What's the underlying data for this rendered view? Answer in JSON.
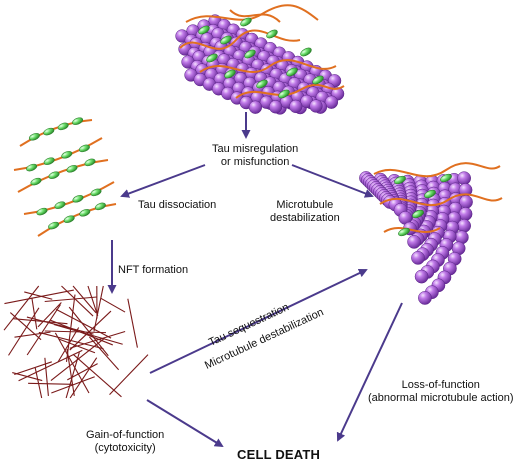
{
  "diagram": {
    "misregulation": {
      "line1": "Tau misregulation",
      "line2": "or misfunction"
    },
    "dissociation": "Tau dissociation",
    "destabilization": {
      "line1": "Microtubule",
      "line2": "destabilization"
    },
    "nft": "NFT formation",
    "sequestration": "Tau sequestration",
    "mt_destabilization": "Microtubule destabilization",
    "loss": {
      "line1": "Loss-of-function",
      "line2": "(abnormal microtubule action)"
    },
    "gain": {
      "line1": "Gain-of-function",
      "line2": "(cytotoxicity)"
    },
    "cell_death": "CELL DEATH"
  },
  "colors": {
    "arrow": "#4b3a8c",
    "tubulin": "#a45ad8",
    "tau": "#e07020",
    "tau_bead": "#6de06d",
    "nft": "#7a1a1a"
  }
}
